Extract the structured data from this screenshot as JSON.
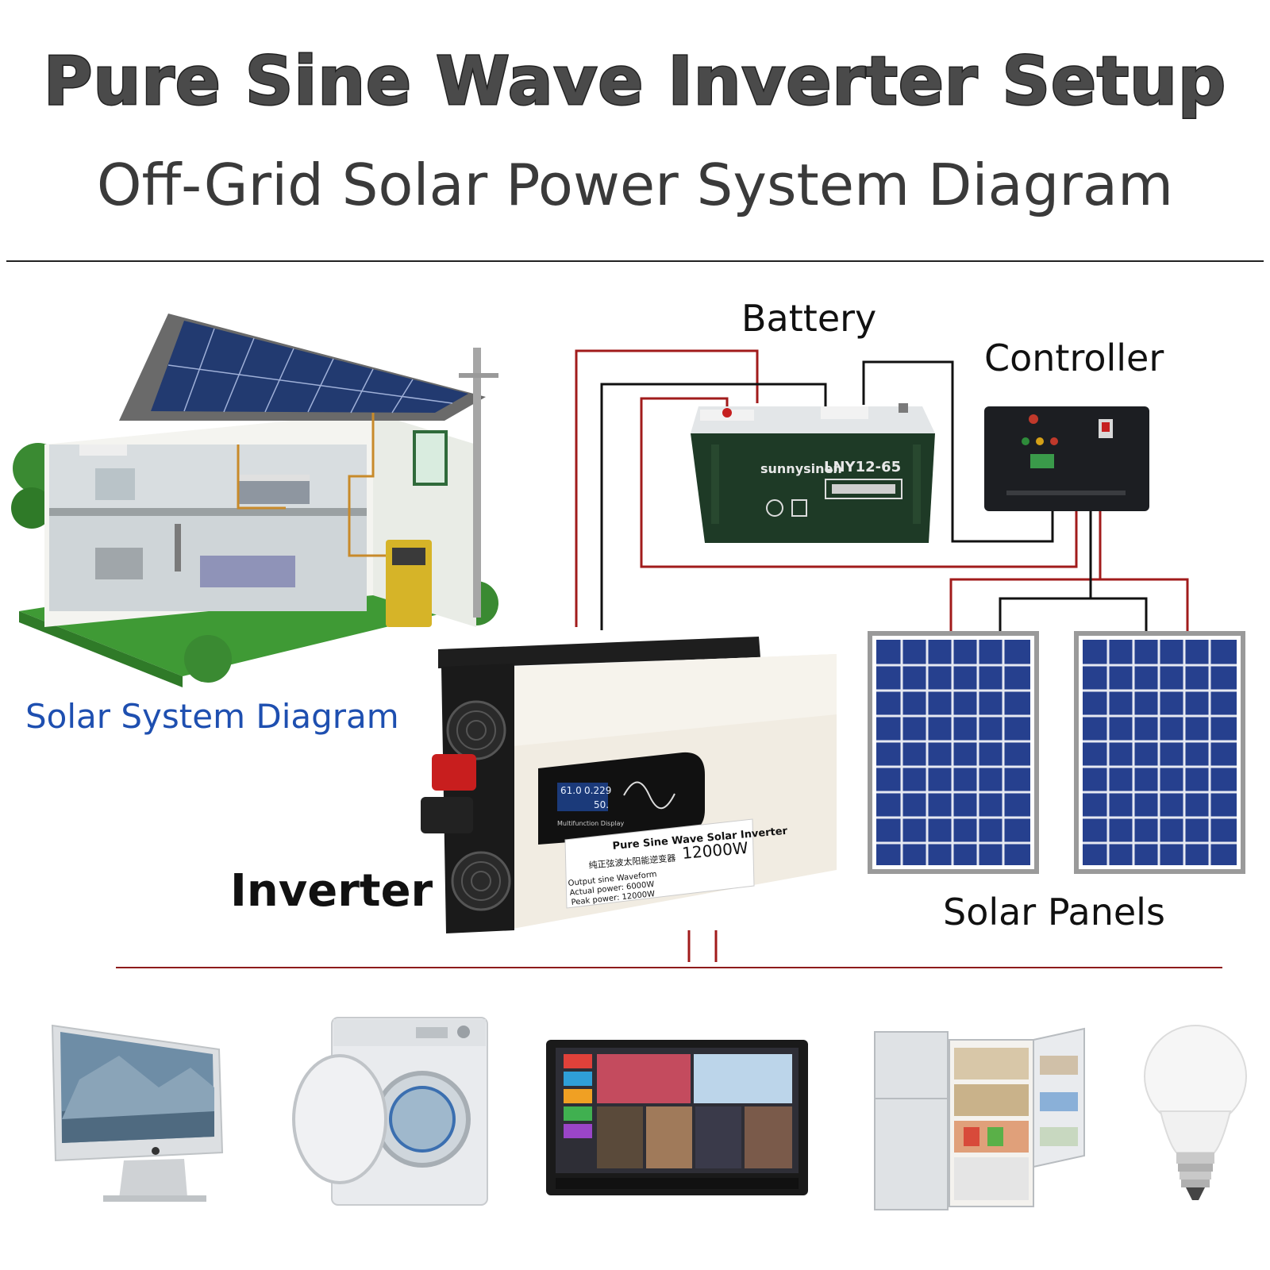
{
  "header": {
    "title": "Pure Sine Wave Inverter Setup",
    "subtitle": "Off-Grid Solar Power System Diagram"
  },
  "labels": {
    "battery": "Battery",
    "controller": "Controller",
    "solar_system_diagram": "Solar System Diagram",
    "inverter": "Inverter",
    "solar_panels": "Solar Panels"
  },
  "battery_device": {
    "brand": "sunnysinen",
    "model": "LNY12-65"
  },
  "inverter_device": {
    "name": "Pure Sine Wave Solar Inverter",
    "name_cn": "纯正弦波太阳能逆变器",
    "wattage": "12000W",
    "display_label": "Multifunction Display",
    "lcd_left": "61.0",
    "lcd_right": "0.229",
    "lcd_bottom": "50.",
    "spec_line_1": "Output sine Waveform",
    "spec_line_2": "Actual power: 6000W",
    "spec_line_3": "Peak power: 12000W"
  },
  "colors": {
    "wire_red": "#a11b1b",
    "wire_black": "#111111",
    "panel_blue": "#26408e",
    "label_blue": "#1e4fb0",
    "battery_green": "#1e3a26"
  },
  "appliances": [
    {
      "icon": "computer-monitor-icon"
    },
    {
      "icon": "washing-machine-icon"
    },
    {
      "icon": "television-icon"
    },
    {
      "icon": "refrigerator-icon"
    },
    {
      "icon": "light-bulb-icon"
    }
  ]
}
